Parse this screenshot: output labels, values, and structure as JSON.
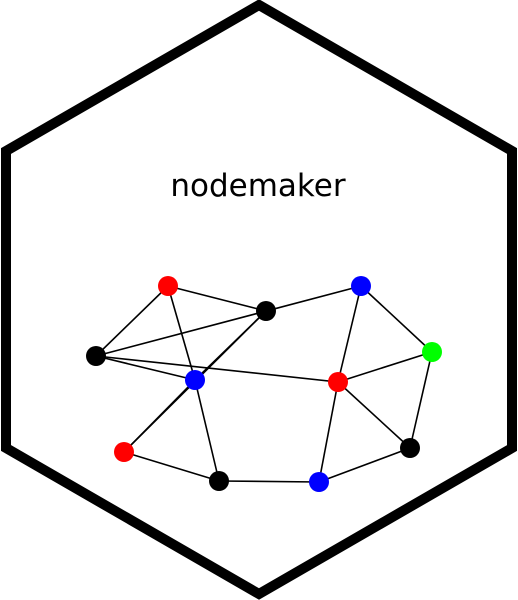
{
  "title": "nodemaker",
  "colors": {
    "outline": "#000000",
    "background": "#ffffff",
    "edge": "#000000",
    "text": "#000000",
    "node": {
      "red": "#ff0000",
      "blue": "#0000ff",
      "black": "#000000",
      "green": "#00ff00"
    }
  },
  "graph": {
    "nodes": [
      {
        "id": "n1",
        "color": "red"
      },
      {
        "id": "n2",
        "color": "black"
      },
      {
        "id": "n3",
        "color": "blue"
      },
      {
        "id": "n4",
        "color": "black"
      },
      {
        "id": "n5",
        "color": "blue"
      },
      {
        "id": "n6",
        "color": "green"
      },
      {
        "id": "n7",
        "color": "red"
      },
      {
        "id": "n8",
        "color": "red"
      },
      {
        "id": "n9",
        "color": "black"
      },
      {
        "id": "n10",
        "color": "blue"
      },
      {
        "id": "n11",
        "color": "black"
      }
    ],
    "edges": [
      [
        "n1",
        "n2"
      ],
      [
        "n1",
        "n3"
      ],
      [
        "n1",
        "n4"
      ],
      [
        "n2",
        "n3"
      ],
      [
        "n2",
        "n5"
      ],
      [
        "n2",
        "n7"
      ],
      [
        "n3",
        "n4"
      ],
      [
        "n3",
        "n8"
      ],
      [
        "n3",
        "n9"
      ],
      [
        "n4",
        "n8"
      ],
      [
        "n5",
        "n7"
      ],
      [
        "n5",
        "n6"
      ],
      [
        "n6",
        "n7"
      ],
      [
        "n6",
        "n11"
      ],
      [
        "n7",
        "n10"
      ],
      [
        "n7",
        "n11"
      ],
      [
        "n8",
        "n9"
      ],
      [
        "n9",
        "n10"
      ],
      [
        "n10",
        "n11"
      ]
    ]
  }
}
